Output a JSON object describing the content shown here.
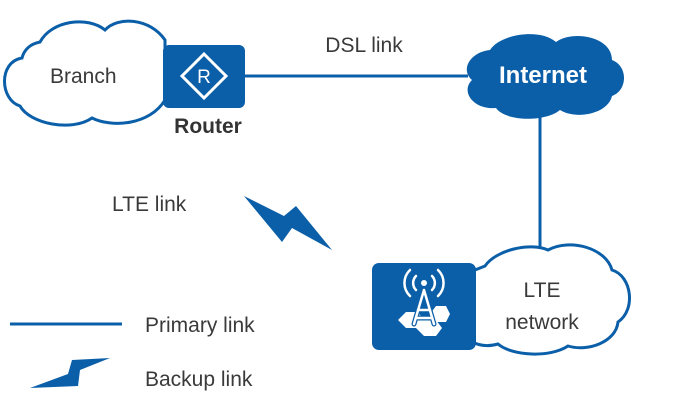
{
  "title": "LTE backup link network topology",
  "colors": {
    "primary": "#0b5fa8",
    "text": "#3a3a3a",
    "background": "#ffffff"
  },
  "nodes": {
    "branch": {
      "label": "Branch",
      "icon": "cloud-outline-icon"
    },
    "router": {
      "label": "Router",
      "icon": "router-icon",
      "glyph": "R"
    },
    "internet": {
      "label": "Internet",
      "icon": "cloud-filled-icon"
    },
    "lte_network": {
      "label_line1": "LTE",
      "label_line2": "network",
      "icon": "cloud-outline-icon"
    },
    "base_station": {
      "icon": "lte-base-station-icon"
    }
  },
  "links": {
    "dsl": {
      "label": "DSL link",
      "type": "primary"
    },
    "lte": {
      "label": "LTE link",
      "type": "backup"
    },
    "internet_to_lte": {
      "type": "primary"
    }
  },
  "legend": {
    "items": [
      {
        "label": "Primary link",
        "icon": "primary-link-line-icon"
      },
      {
        "label": "Backup link",
        "icon": "backup-link-lightning-icon"
      }
    ]
  }
}
